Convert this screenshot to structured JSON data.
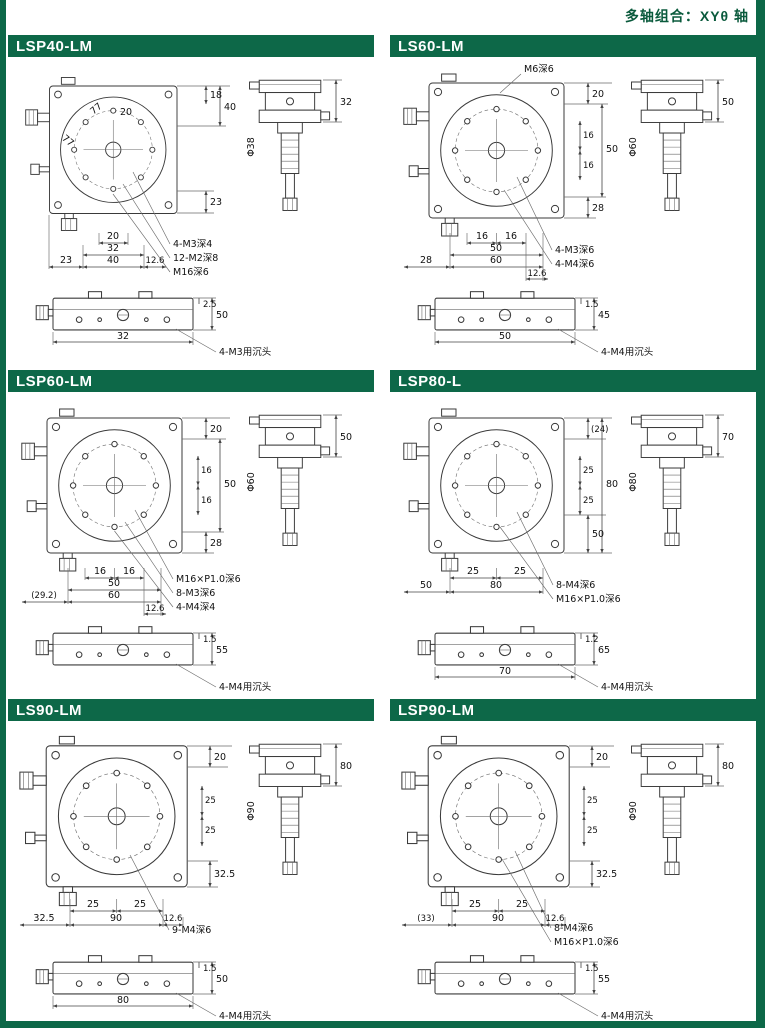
{
  "page": {
    "corner_note": "多轴组合：XYθ 轴",
    "accent_green": "#0d6848"
  },
  "panels": {
    "lsp40": {
      "title": "LSP40-LM",
      "d": {
        "r18": "18",
        "r40": "40",
        "r23": "23",
        "ang77a": "77",
        "d20": "20",
        "ang77b": "77",
        "lead1": "4-M3深4",
        "lead2": "12-M2深8",
        "lead3": "M16深6",
        "b20": "20",
        "b32": "32",
        "b23": "23",
        "b40": "40",
        "b126": "12.6",
        "sdia": "Φ38",
        "sh": "32",
        "bt": "2.5",
        "bh": "50",
        "bw": "32",
        "blead": "4-M3用沉头"
      }
    },
    "ls60": {
      "title": "LS60-LM",
      "d": {
        "mlead": "M6深6",
        "r20": "20",
        "r16a": "16",
        "r16b": "16",
        "r50": "50",
        "r28": "28",
        "lead1": "4-M3深6",
        "lead2": "4-M4深6",
        "b16a": "16",
        "b16b": "16",
        "b50": "50",
        "b28": "28",
        "b60": "60",
        "b126": "12.6",
        "sdia": "Φ60",
        "sh": "50",
        "bt": "1.5",
        "bh": "45",
        "bw": "50",
        "blead": "4-M4用沉头"
      }
    },
    "lsp60": {
      "title": "LSP60-LM",
      "d": {
        "r20": "20",
        "r16a": "16",
        "r16b": "16",
        "r50": "50",
        "r28": "28",
        "lead1": "M16×P1.0深6",
        "lead2": "8-M3深6",
        "lead3": "4-M4深4",
        "b16a": "16",
        "b16b": "16",
        "b50": "50",
        "b292": "(29.2)",
        "b60": "60",
        "b126": "12.6",
        "sdia": "Φ60",
        "sh": "50",
        "bt": "1.5",
        "bh": "55",
        "blead": "4-M4用沉头"
      }
    },
    "lsp80": {
      "title": "LSP80-L",
      "d": {
        "r24": "(24)",
        "r25a": "25",
        "r25b": "25",
        "r80": "80",
        "r50": "50",
        "lead1": "8-M4深6",
        "lead2": "M16×P1.0深6",
        "b25a": "25",
        "b25b": "25",
        "b50": "50",
        "b80": "80",
        "sdia": "Φ80",
        "sh": "70",
        "bt": "1.2",
        "bh": "65",
        "bw": "70",
        "blead": "4-M4用沉头"
      }
    },
    "ls90": {
      "title": "LS90-LM",
      "d": {
        "r20": "20",
        "r25a": "25",
        "r25b": "25",
        "r325": "32.5",
        "lead1": "9-M4深6",
        "b25a": "25",
        "b25b": "25",
        "b325": "32.5",
        "b90": "90",
        "b126": "12.6",
        "sdia": "Φ90",
        "sh": "80",
        "bt": "1.5",
        "bh": "50",
        "bw": "80",
        "blead": "4-M4用沉头"
      }
    },
    "lsp90": {
      "title": "LSP90-LM",
      "d": {
        "r20": "20",
        "r25a": "25",
        "r25b": "25",
        "r325": "32.5",
        "lead1": "8-M4深6",
        "lead2": "M16×P1.0深6",
        "b25a": "25",
        "b25b": "25",
        "b33": "(33)",
        "b90": "90",
        "b126": "12.6",
        "sdia": "Φ90",
        "sh": "80",
        "bt": "1.5",
        "bh": "55",
        "blead": "4-M4用沉头"
      }
    }
  }
}
